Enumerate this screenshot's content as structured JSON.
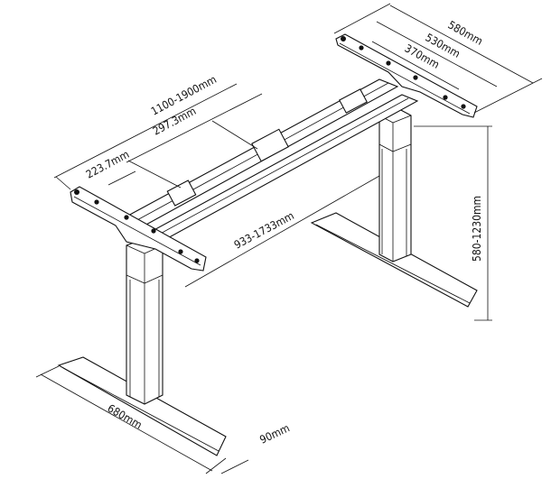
{
  "dimensions": {
    "frame_depth_outer": "580mm",
    "frame_depth_middle": "530mm",
    "frame_depth_inner": "370mm",
    "frame_width_range": "1100-1900mm",
    "rail_offset_2": "297.3mm",
    "rail_offset_1": "223.7mm",
    "column_spacing_range": "933-1733mm",
    "height_range": "580-1230mm",
    "foot_length": "680mm",
    "foot_width": "90mm"
  },
  "colors": {
    "line": "#111111",
    "background": "#ffffff"
  }
}
